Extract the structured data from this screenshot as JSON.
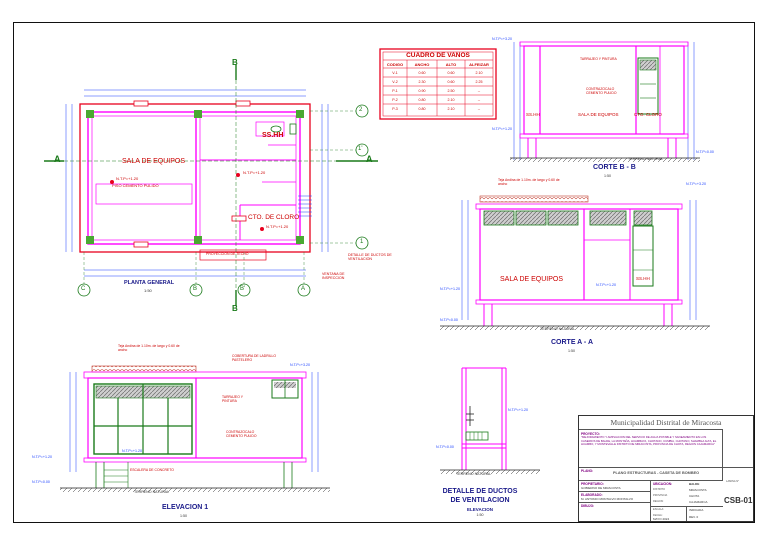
{
  "colors": {
    "wall": "#ff00ff",
    "slab": "#e8001e",
    "glass": "#1a7a1a",
    "dim": "#1a3fff",
    "text": "#cc0000",
    "line": "#222222"
  },
  "plan": {
    "title": "PLANTA GENERAL",
    "scale": "1:50",
    "room1": "SALA DE EQUIPOS",
    "room1_floor": "PISO CEMENTO PULIDO",
    "room2": "SS.HH",
    "room3": "CTO. DE CLORO",
    "lvl1": "N.T.P=+1.20",
    "lvl2": "N.T.P=+1.20",
    "lvl3": "N.T.P=+1.20",
    "corridor": "PROYECCION DE TECHO",
    "note_ducts": "DETALLE DE DUCTOS DE VENTILACION",
    "note_insp": "VENTANA DE INSPECCION",
    "axes": [
      "C",
      "B",
      "B'",
      "A"
    ],
    "rows": [
      "2",
      "1'",
      "1"
    ],
    "cut_a": "A",
    "cut_b": "B"
  },
  "vanos": {
    "title": "CUADRO DE VANOS",
    "headers": [
      "CODIGO",
      "ANCHO",
      "ALTO",
      "ALFEIZAR"
    ],
    "rows": [
      [
        "V-1",
        "0.60",
        "0.60",
        "2.10"
      ],
      [
        "V-2",
        "2.30",
        "0.60",
        "2.25"
      ],
      [
        "P-1",
        "0.90",
        "2.50",
        "--"
      ],
      [
        "P-2",
        "0.80",
        "2.10",
        "--"
      ],
      [
        "P-3",
        "0.80",
        "2.10",
        "--"
      ]
    ]
  },
  "corte_bb": {
    "title": "CORTE  B - B",
    "scale": "1:50",
    "room1": "SS.HH",
    "room2": "SALA DE EQUIPOS",
    "room3": "CTO. CLORO",
    "floor": "CONTRAZOCALO CEMENTO PULIDO",
    "tarrajeo": "TARRAJEO Y PINTURA",
    "terrain": "TERRENO NATURAL",
    "lvl_top": "N.T.P=+3.20",
    "lvl_mid": "N.T.P=+1.20",
    "lvl_bot": "N.T.P=0.00"
  },
  "corte_aa": {
    "title": "CORTE A - A",
    "scale": "1:50",
    "room1": "SALA DE EQUIPOS",
    "room2": "SS.HH",
    "roof": "Teja Andina de 1.10m. de largo y 0.60 de ancho",
    "terrain": "TERRENO NATURAL",
    "lvl_top": "N.T.P=+3.20",
    "lvl_mid": "N.T.P=+1.20",
    "lvl_mid2": "N.T.P=+1.20",
    "lvl_bot": "N.T.P=0.00"
  },
  "elevacion": {
    "title": "ELEVACION 1",
    "scale": "1:50",
    "roof": "Teja Andina de 1.10m. de largo y 0.60 de ancho",
    "cobertura": "COBERTURA DE LADRILLO PASTELERO",
    "tarrajeo": "TARRAJEO Y PINTURA",
    "floor": "CONTRAZOCALO CEMENTO PULIDO",
    "stairs": "ESCALERA DE CONCRETO",
    "terrain": "TERRENO NATURAL",
    "lvl_top": "N.T.P=+3.20",
    "lvl_mid": "N.T.P=+1.20",
    "lvl_bot": "N.T.P=0.00"
  },
  "ductos": {
    "title1": "DETALLE DE DUCTOS",
    "title2": "DE VENTILACION",
    "subtitle": "ELEVACION",
    "scale": "1:50",
    "terrain": "TERRENO NATURAL",
    "lvl": "N.T.P=+1.20",
    "lvl_bot": "N.T.P=0.00"
  },
  "title_block": {
    "org": "Municipalidad Distrital de Miracosta",
    "proyecto_lbl": "PROYECTO:",
    "proyecto": "\"MEJORAMIENTO Y AMPLIACION DEL SERVICIO DE AGUA POTABLE Y SANEAMIENTO EN LOS CASERIOS DE BALDE, LA MONTAÑA, HUAMBAYA, CHOTANO, CUMBIA, CHOTANO, SHAMBLA ALTA, EL HUAMBO, Y MONTEVALLE DISTRITO DE MIRACOSTA, PROVINCIA DE CHOTA, REGION CAJAMARCA\"",
    "plano_lbl": "PLANO:",
    "plano": "PLANO ESTRUCTURAS - CASETA DE BOMBEO",
    "sheet_code": "CSB-01",
    "lamina": "LAMINA N°",
    "ubic": "UBICACION:",
    "ubic_vals": [
      "MIRACOSTA",
      "CHOTA",
      "CAJAMARCA"
    ],
    "ubic_lbls": [
      "DISTRITO",
      "PROVINCIA",
      "REGION"
    ],
    "ubic_head": "BALDE",
    "propietario_lbl": "PROPIETARIO:",
    "propietario": "GOBIERNO DE MIRACOSTA",
    "elaborado_lbl": "ELABORADO:",
    "elaborado": "M. ANTONIO MONTALVO MONTALVO",
    "dibujo_lbl": "DIBUJO:",
    "escala_lbl": "ESCALA:",
    "escala": "INDICADA",
    "fecha_lbl": "FECHA:",
    "fecha": "MAYO 2024",
    "rev": "REV. 0"
  }
}
